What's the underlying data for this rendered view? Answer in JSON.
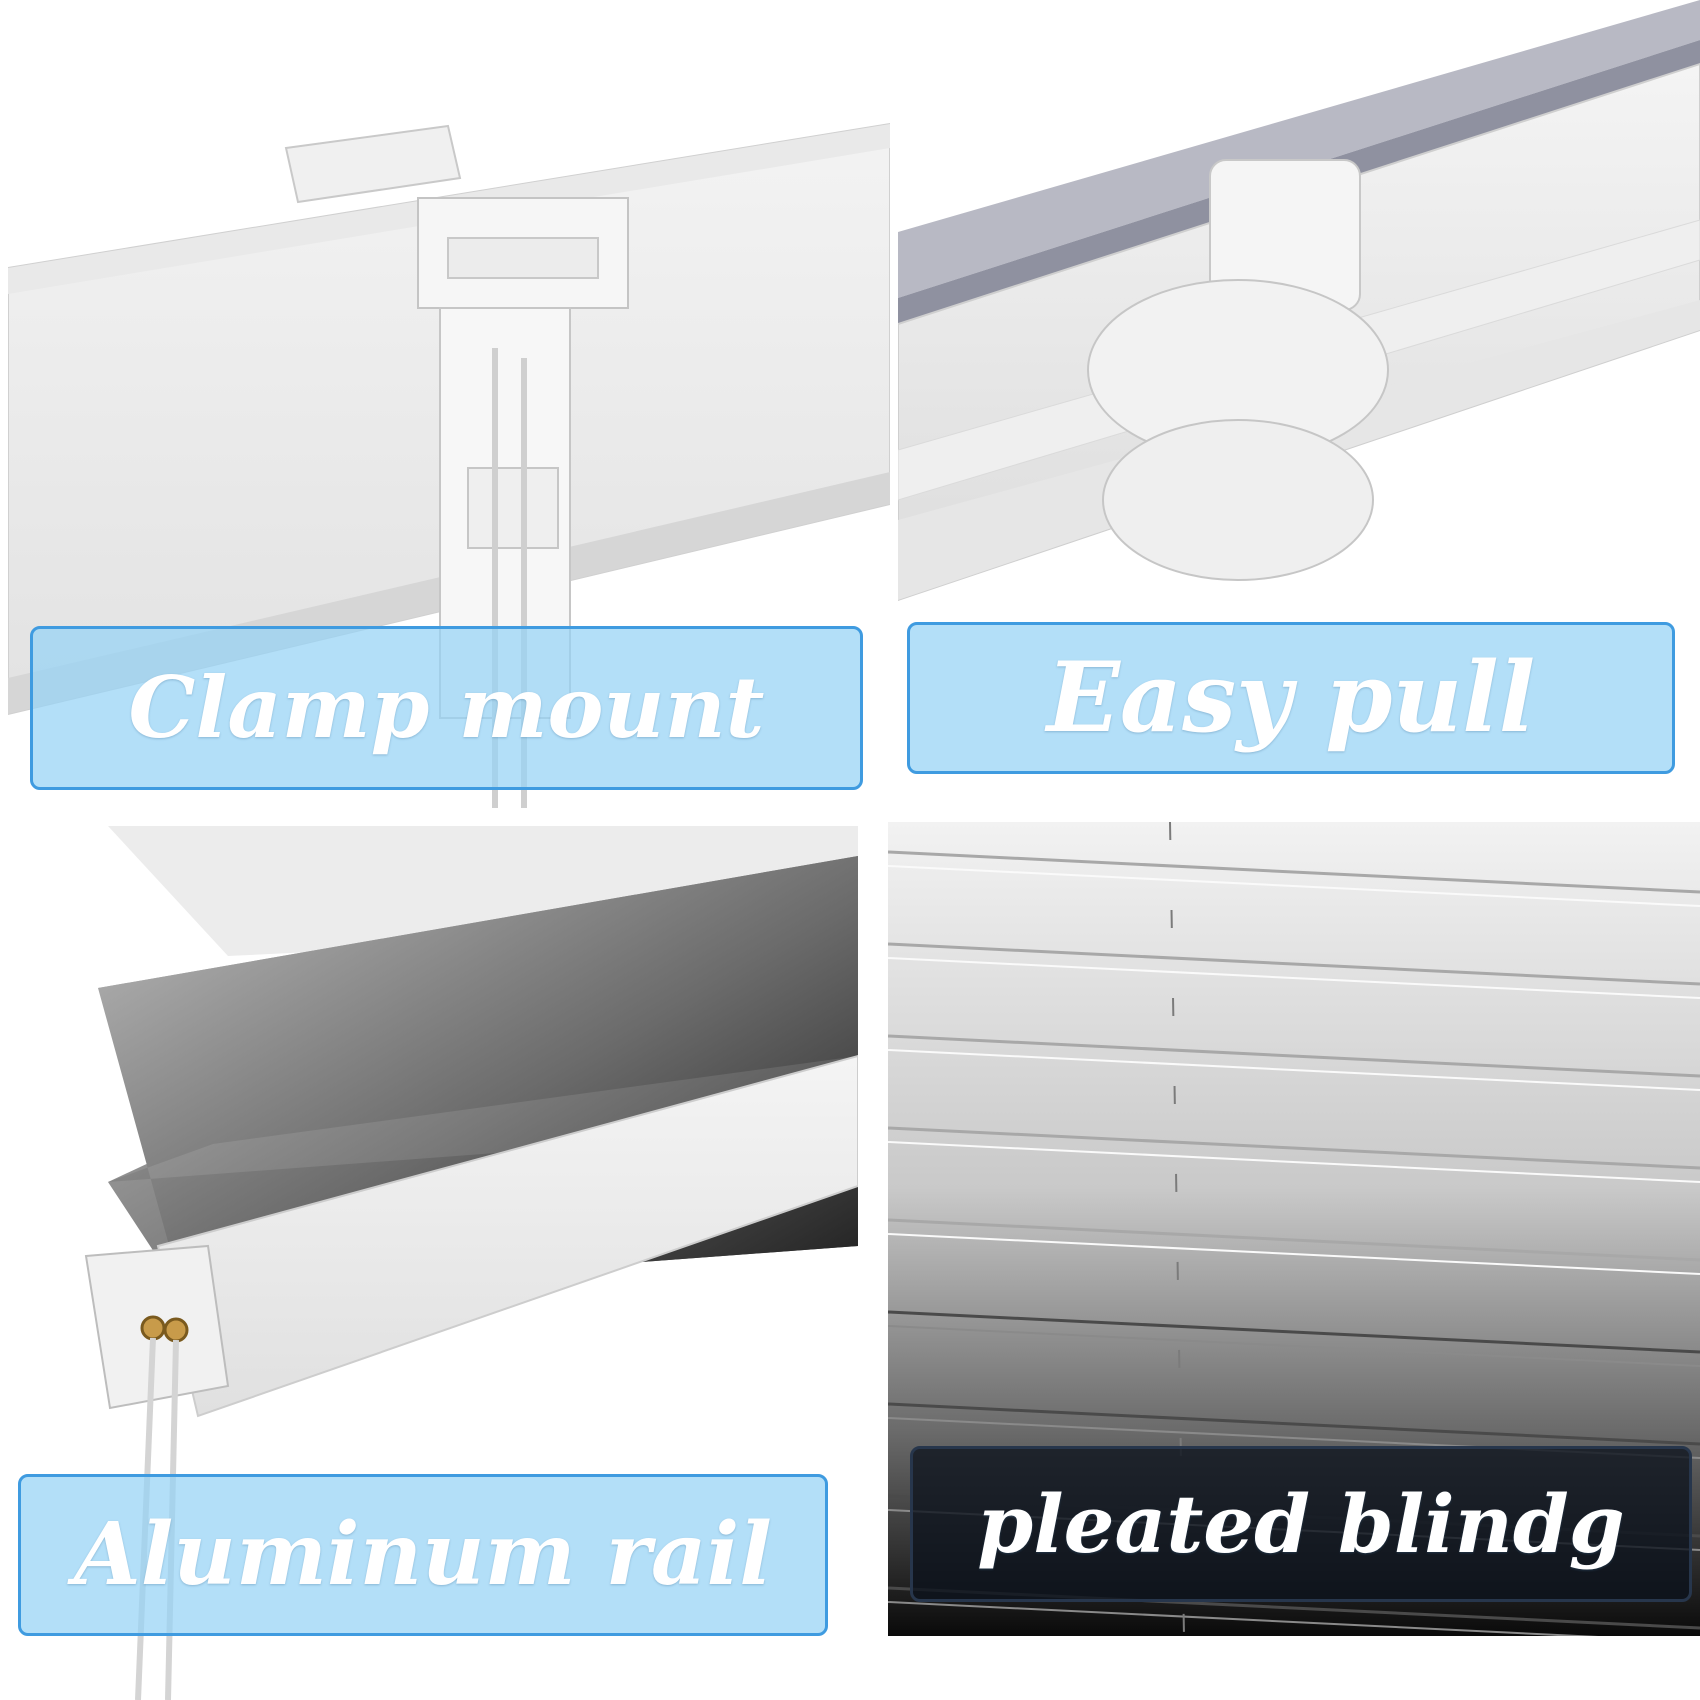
{
  "panels": [
    {
      "name": "clamp-mount",
      "caption": "Clamp mount"
    },
    {
      "name": "easy-pull",
      "caption": "Easy pull"
    },
    {
      "name": "aluminum-rail",
      "caption": "Aluminum rail"
    },
    {
      "name": "pleated-blind",
      "caption": "pleated blindg"
    }
  ],
  "colors": {
    "caption_fill": "#96d2f5",
    "caption_border": "#3f9be0",
    "caption_text": "#ffffff",
    "dark_caption_fill": "#0c121c"
  }
}
